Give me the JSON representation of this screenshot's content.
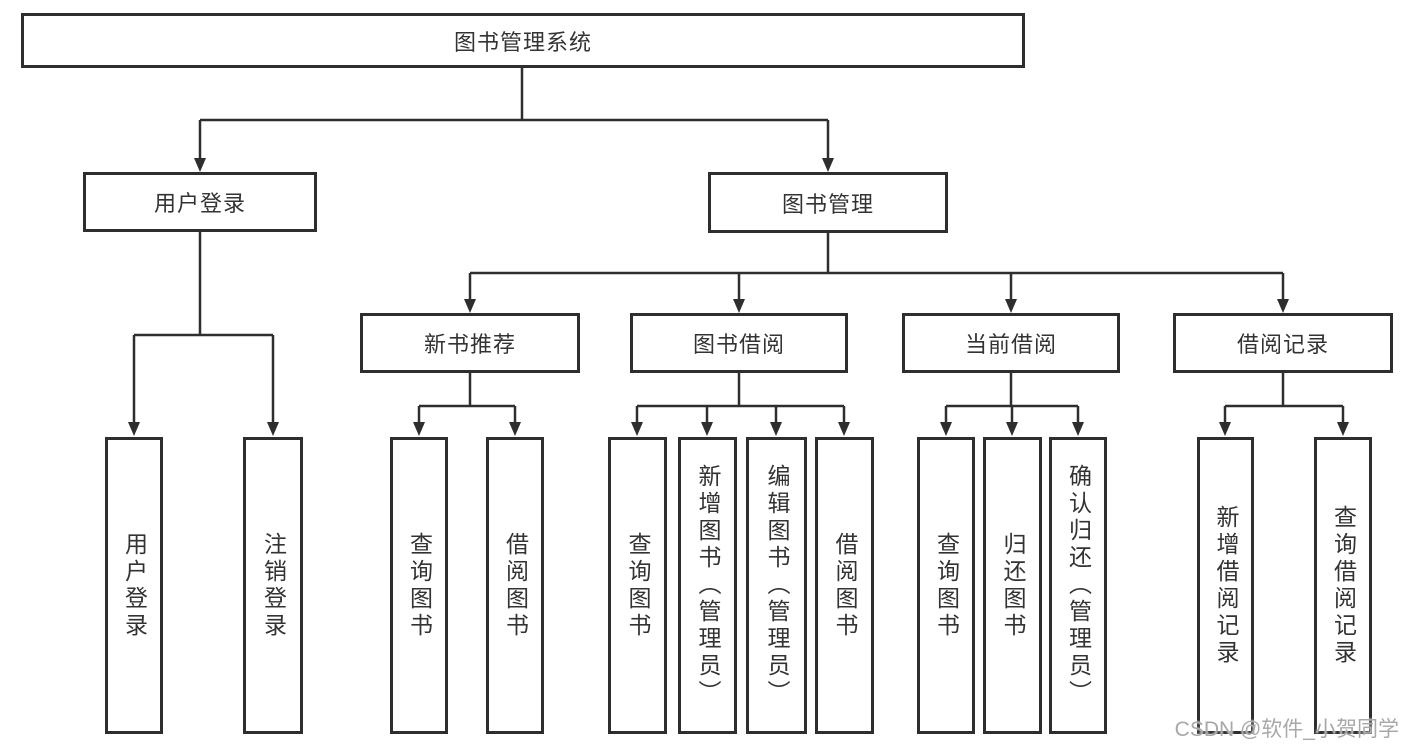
{
  "tree": {
    "label": "图书管理系统",
    "children": [
      {
        "label": "用户登录",
        "children": [
          {
            "label": "用户登录"
          },
          {
            "label": "注销登录"
          }
        ]
      },
      {
        "label": "图书管理",
        "children": [
          {
            "label": "新书推荐",
            "children": [
              {
                "label": "查询图书"
              },
              {
                "label": "借阅图书"
              }
            ]
          },
          {
            "label": "图书借阅",
            "children": [
              {
                "label": "查询图书"
              },
              {
                "label": "新增图书（管理员）"
              },
              {
                "label": "编辑图书（管理员）"
              },
              {
                "label": "借阅图书"
              }
            ]
          },
          {
            "label": "当前借阅",
            "children": [
              {
                "label": "查询图书"
              },
              {
                "label": "归还图书"
              },
              {
                "label": "确认归还（管理员）"
              }
            ]
          },
          {
            "label": "借阅记录",
            "children": [
              {
                "label": "新增借阅记录"
              },
              {
                "label": "查询借阅记录"
              }
            ]
          }
        ]
      }
    ]
  },
  "watermark": {
    "text": "CSDN @软件_小贺同学"
  },
  "colors": {
    "line": "#2e2e2e",
    "node_border": "#2e2e2e",
    "text": "#333333",
    "watermark": "#a8a8a8",
    "background": "#ffffff"
  }
}
